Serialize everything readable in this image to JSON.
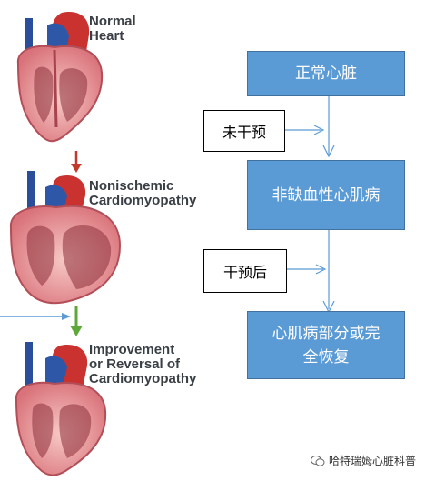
{
  "hearts": [
    {
      "label_line1": "Normal",
      "label_line2": "Heart"
    },
    {
      "label_line1": "Nonischemic",
      "label_line2": "Cardiomyopathy"
    },
    {
      "label_line1": "Improvement",
      "label_line2": "or Reversal of",
      "label_line3": "Cardiomyopathy"
    }
  ],
  "flow": {
    "box1": "正常心脏",
    "box2": "非缺血性心肌病",
    "box3_line1": "心肌病部分或完",
    "box3_line2": "全恢复",
    "side1": "未干预",
    "side2": "干预后"
  },
  "watermark": "哈特瑞姆心脏科普",
  "colors": {
    "box_fill": "#5b9bd5",
    "connector": "#5b9bd5",
    "red_arrow": "#c0392b",
    "green_arrow": "#5ea83a"
  }
}
